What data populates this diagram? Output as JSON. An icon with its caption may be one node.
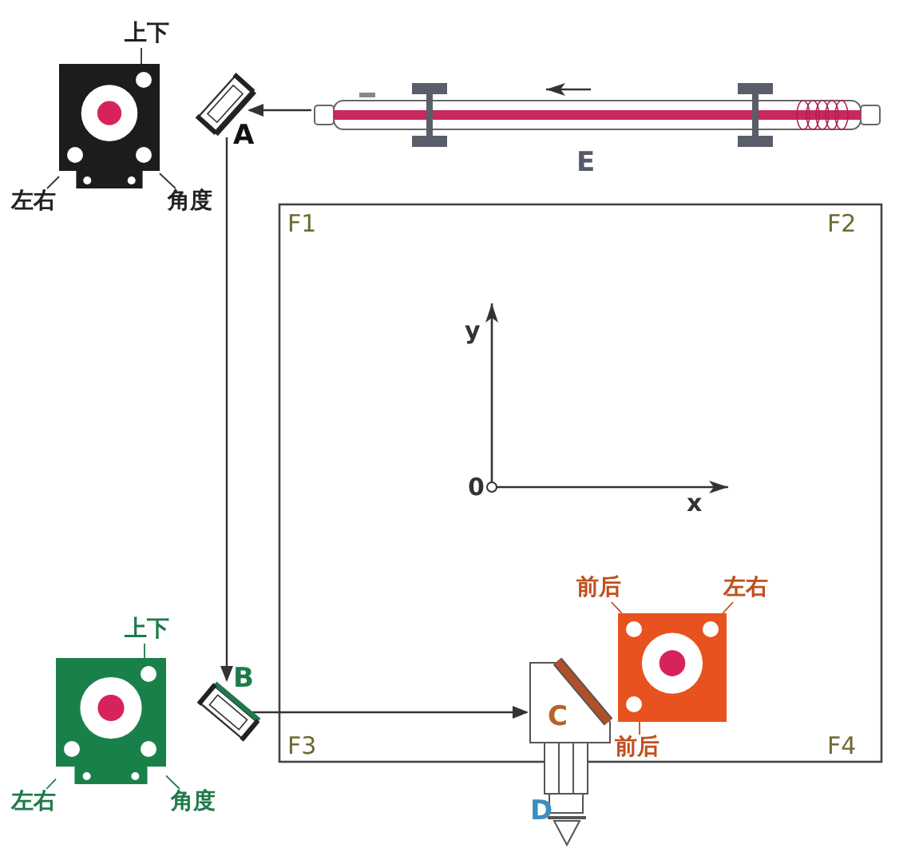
{
  "diagram": {
    "nodes": [
      {
        "text": [],
        "shape": "picture"
      },
      {
        "text": [
          "上下"
        ]
      },
      {
        "text": [
          "左右"
        ]
      },
      {
        "text": [
          "角度"
        ]
      },
      {
        "text": [],
        "shape": "picture",
        "beside": [
          "A"
        ]
      },
      {
        "text": [],
        "shape": "picture",
        "beside": [
          "E"
        ]
      },
      {
        "text": [],
        "shape": "picture"
      },
      {
        "text": [
          "上下"
        ]
      },
      {
        "text": [
          "左右"
        ]
      },
      {
        "text": [
          "角度"
        ]
      },
      {
        "text": [],
        "shape": "picture",
        "beside": [
          "B"
        ]
      },
      {
        "text": [
          "C",
          "D"
        ]
      },
      {
        "text": [],
        "shape": "picture"
      },
      {
        "text": [
          "前后"
        ]
      },
      {
        "text": [
          "左右"
        ]
      },
      {
        "text": [
          "前后"
        ]
      }
    ],
    "edges": [
      {
        "from": 5,
        "to": 4,
        "arrow": "to"
      },
      {
        "from": 4,
        "to": 10,
        "arrow": "to"
      },
      {
        "from": 10,
        "to": 11,
        "arrow": "to"
      },
      {
        "from": 1,
        "to": 0,
        "arrow": "none"
      },
      {
        "from": 2,
        "to": 0,
        "arrow": "none"
      },
      {
        "from": 3,
        "to": 0,
        "arrow": "none"
      },
      {
        "from": 7,
        "to": 6,
        "arrow": "none",
        "color": "#1e7a4a"
      },
      {
        "from": 8,
        "to": 6,
        "arrow": "none",
        "color": "#1e7a4a"
      },
      {
        "from": 9,
        "to": 6,
        "arrow": "none",
        "color": "#1e7a4a"
      },
      {
        "from": 13,
        "to": 12,
        "arrow": "none",
        "color": "#c0501e"
      },
      {
        "from": 14,
        "to": 12,
        "arrow": "none",
        "color": "#c0501e"
      },
      {
        "from": 15,
        "to": 12,
        "arrow": "none",
        "color": "#c0501e"
      }
    ],
    "labels": [
      "F1",
      "F2",
      "y",
      "0",
      "x",
      "F3",
      "F4"
    ]
  }
}
